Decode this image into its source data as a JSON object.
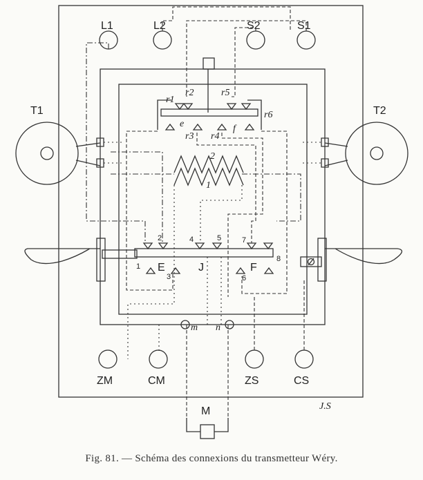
{
  "terminals_top": [
    "L1",
    "L2",
    "S2",
    "S1"
  ],
  "terminals_bottom": [
    "ZM",
    "CM",
    "ZS",
    "CS"
  ],
  "telephones": [
    "T1",
    "T2"
  ],
  "contacts_top": [
    "r1",
    "r2",
    "r5",
    "r6",
    "r3",
    "r4"
  ],
  "bars_top": [
    "e",
    "f"
  ],
  "coils": [
    "1",
    "2"
  ],
  "contacts_bottom": [
    "1",
    "2",
    "3",
    "4",
    "5",
    "6",
    "7",
    "8"
  ],
  "bars_bottom": [
    "E",
    "J",
    "F"
  ],
  "posts": [
    "m",
    "n"
  ],
  "motor": "M",
  "signature": "J.S",
  "caption": "Fig. 81. — Schéma des connexions du transmetteur Wéry."
}
